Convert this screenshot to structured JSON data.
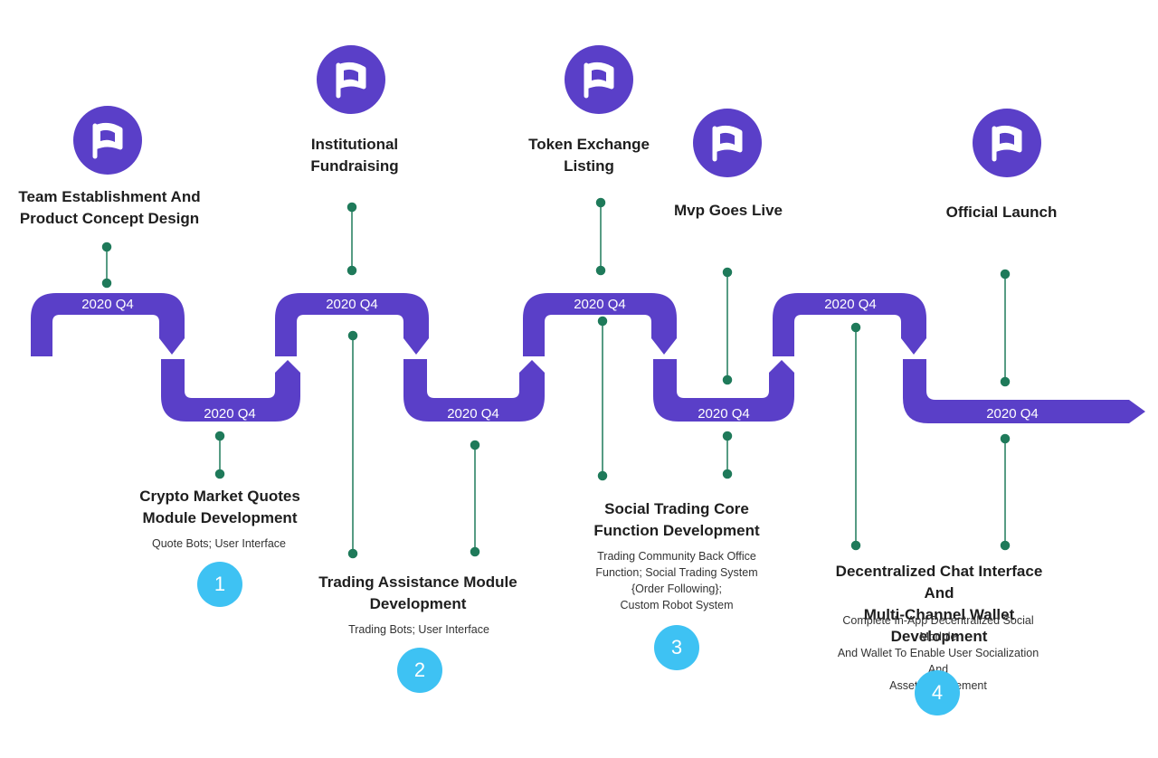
{
  "colors": {
    "track": "#5a3fc8",
    "connector": "#1f7a5a",
    "badge": "#3ec2f3"
  },
  "quarter_labels": [
    "2020 Q4",
    "2020 Q4",
    "2020 Q4",
    "2020 Q4",
    "2020 Q4",
    "2020 Q4",
    "2020 Q4",
    "2020 Q4"
  ],
  "top_milestones": [
    {
      "icon": "flag-icon",
      "title": "Team Establishment And\nProduct Concept Design"
    },
    {
      "icon": "flag-icon",
      "title": "Institutional\nFundraising"
    },
    {
      "icon": "flag-icon",
      "title": "Token Exchange\nListing"
    },
    {
      "icon": "flag-icon",
      "title": "Mvp Goes Live"
    },
    {
      "icon": "flag-icon",
      "title": "Official Launch"
    }
  ],
  "bottom_milestones": [
    {
      "number": "1",
      "title": "Crypto Market Quotes\nModule Development",
      "description": "Quote Bots; User Interface"
    },
    {
      "number": "2",
      "title": "Trading Assistance Module\nDevelopment",
      "description": "Trading Bots; User Interface"
    },
    {
      "number": "3",
      "title": "Social Trading  Core\nFunction Development",
      "description": "Trading Community Back Office\nFunction; Social Trading System\n{Order Following};\nCustom Robot System"
    },
    {
      "number": "4",
      "title": "Decentralized Chat Interface And\nMulti-Channel Wallet Development",
      "description": "Complete In-App Decentralized Social Module\nAnd Wallet To Enable User Socialization And\nAsset Management"
    }
  ]
}
